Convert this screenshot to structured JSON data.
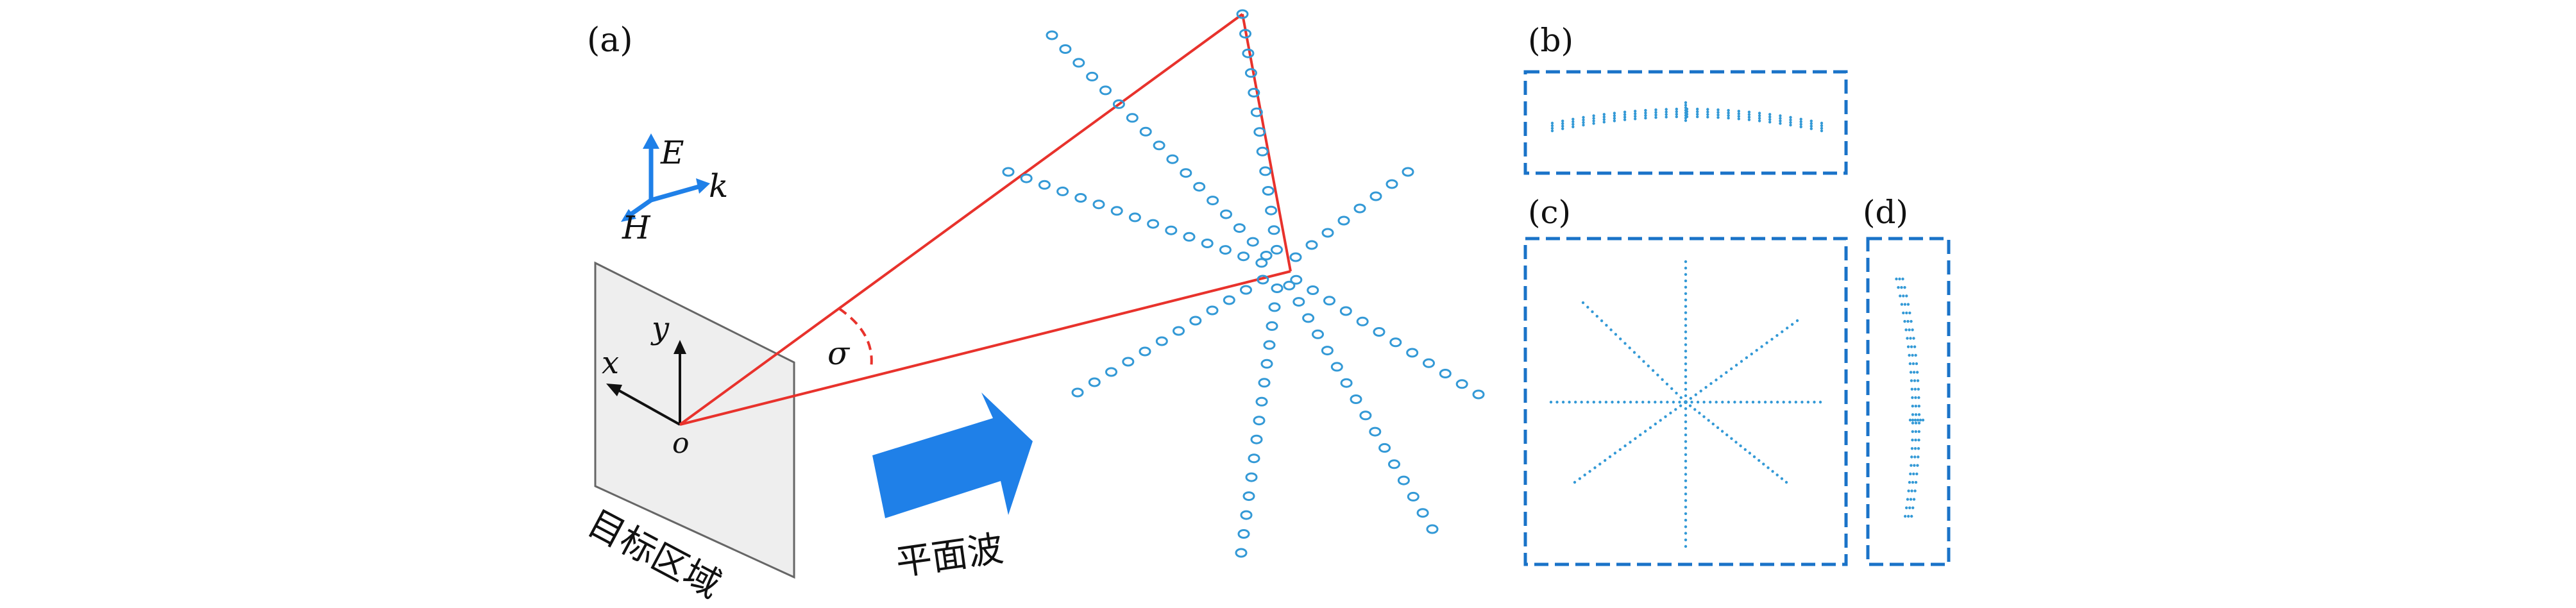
{
  "panel_labels": {
    "a": "(a)",
    "b": "(b)",
    "c": "(c)",
    "d": "(d)"
  },
  "axes": {
    "E": "E",
    "k": "k",
    "H": "H",
    "x": "x",
    "y": "y",
    "o": "o"
  },
  "angle_symbol": "σ",
  "target_region_text": "目标区域",
  "plane_wave_text": "平面波",
  "colors": {
    "line_red": "#e8322c",
    "dot_blue": "#3399d6",
    "arrow_blue": "#1f80e8",
    "panel_border": "#1a73c8",
    "plate_fill": "#eeeeee"
  }
}
